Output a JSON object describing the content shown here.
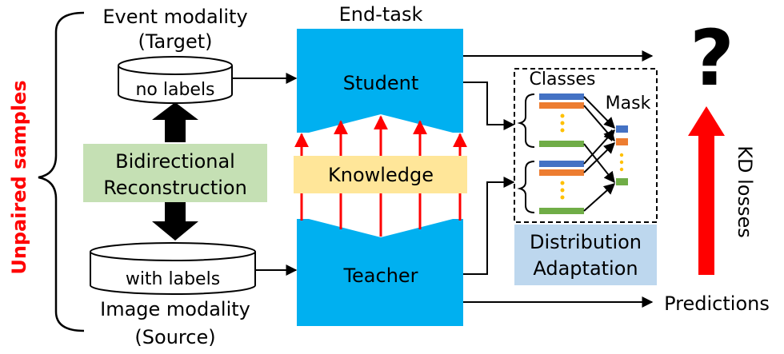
{
  "side_label": "Unpaired samples",
  "event_modality": {
    "line1": "Event modality",
    "line2": "(Target)",
    "db_label": "no labels"
  },
  "image_modality": {
    "line1": "Image modality",
    "line2": "(Source)",
    "db_label": "with labels"
  },
  "reconstruction": {
    "line1": "Bidirectional",
    "line2": "Reconstruction"
  },
  "end_task": "End-task",
  "student": "Student",
  "teacher": "Teacher",
  "knowledge": "Knowledge",
  "distribution_adaptation": {
    "line1": "Distribution",
    "line2": "Adaptation"
  },
  "classes": "Classes",
  "mask": "Mask",
  "question_mark": "?",
  "kd_losses": "KD losses",
  "predictions": "Predictions",
  "colors": {
    "network_blue": "#00b0f0",
    "knowledge_red": "#ff0000",
    "reconstruction_green": "#c5e0b4",
    "knowledge_yellow": "#ffe699",
    "adaptation_blue": "#bdd7ee",
    "bar_blue": "#4472c4",
    "bar_orange": "#ed7d31",
    "bar_green": "#70ad47",
    "dot_yellow": "#ffc000"
  }
}
